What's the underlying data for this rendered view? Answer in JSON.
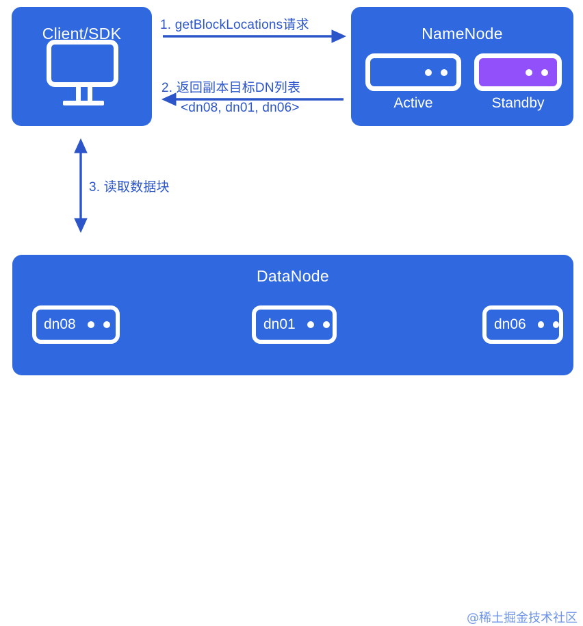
{
  "diagram": {
    "colors": {
      "node_blue": "#2f68df",
      "standby_purple": "#9250fb",
      "arrow_blue": "#2b55c9",
      "text_white": "#ffffff",
      "watermark": "#6d93e8",
      "background": "#ffffff"
    },
    "client": {
      "title": "Client/SDK",
      "icon": "monitor-icon"
    },
    "namenode": {
      "title": "NameNode",
      "nodes": [
        {
          "label": "Active",
          "icon": "server-icon",
          "fill": "blue",
          "dots": 2
        },
        {
          "label": "Standby",
          "icon": "server-icon",
          "fill": "purple",
          "dots": 2
        }
      ]
    },
    "datanode": {
      "title": "DataNode",
      "nodes": [
        {
          "label": "dn08",
          "icon": "server-icon",
          "dots": 2
        },
        {
          "label": "dn01",
          "icon": "server-icon",
          "dots": 2
        },
        {
          "label": "dn06",
          "icon": "server-icon",
          "dots": 2
        }
      ]
    },
    "flows": [
      {
        "id": "flow-1",
        "label": "1. getBlockLocations请求",
        "sublabel": "",
        "direction": "right",
        "from": "Client/SDK",
        "to": "NameNode"
      },
      {
        "id": "flow-2",
        "label": "2. 返回副本目标DN列表",
        "sublabel": "<dn08, dn01, dn06>",
        "direction": "left",
        "from": "NameNode",
        "to": "Client/SDK"
      },
      {
        "id": "flow-3",
        "label": "3. 读取数据块",
        "sublabel": "",
        "direction": "both",
        "from": "Client/SDK",
        "to": "DataNode"
      }
    ],
    "watermark": "@稀土掘金技术社区"
  }
}
